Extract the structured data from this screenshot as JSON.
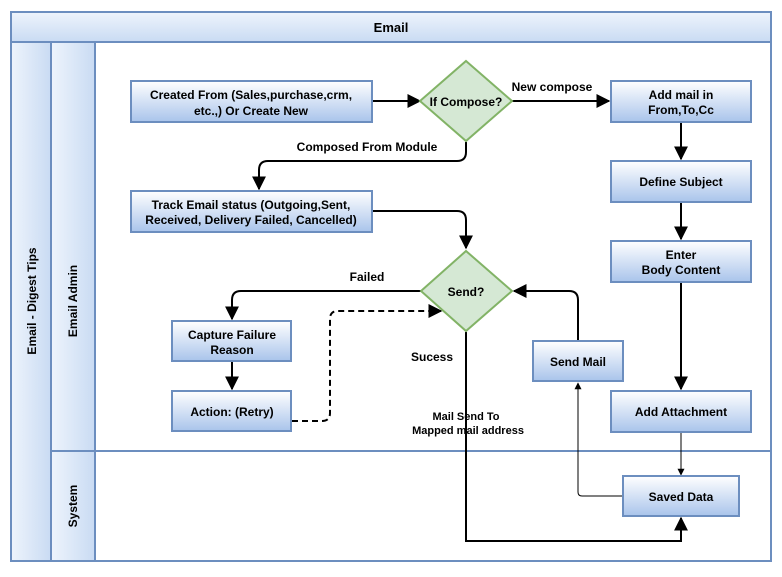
{
  "diagram": {
    "title": "Email",
    "pool_label": "Email - Digest Tips",
    "lanes": {
      "admin": "Email Admin",
      "system": "System"
    },
    "nodes": {
      "created_from": [
        "Created From (Sales,purchase,crm,",
        "etc.,) Or Create New"
      ],
      "if_compose": "If Compose?",
      "add_mail": [
        "Add mail in",
        "From,To,Cc"
      ],
      "define_subject": "Define Subject",
      "enter_body": [
        "Enter",
        "Body Content"
      ],
      "track_status": [
        "Track Email status (Outgoing,Sent,",
        "Received, Delivery Failed, Cancelled)"
      ],
      "send_decision": "Send?",
      "capture_failure": [
        "Capture Failure",
        "Reason"
      ],
      "action_retry": "Action: (Retry)",
      "send_mail": "Send Mail",
      "add_attachment": "Add Attachment",
      "saved_data": "Saved Data"
    },
    "edge_labels": {
      "new_compose": "New compose",
      "composed_from_module": "Composed From Module",
      "failed": "Failed",
      "success": "Sucess",
      "mail_send_to": [
        "Mail Send To",
        "Mapped mail address"
      ]
    },
    "colors": {
      "box_fill_top": "#ffffff",
      "box_fill_bottom": "#a9c4eb",
      "box_stroke": "#6c8ebf",
      "diamond_fill": "#d5e8d4",
      "diamond_stroke": "#82b366",
      "lane_header": "#dae8fc"
    }
  }
}
